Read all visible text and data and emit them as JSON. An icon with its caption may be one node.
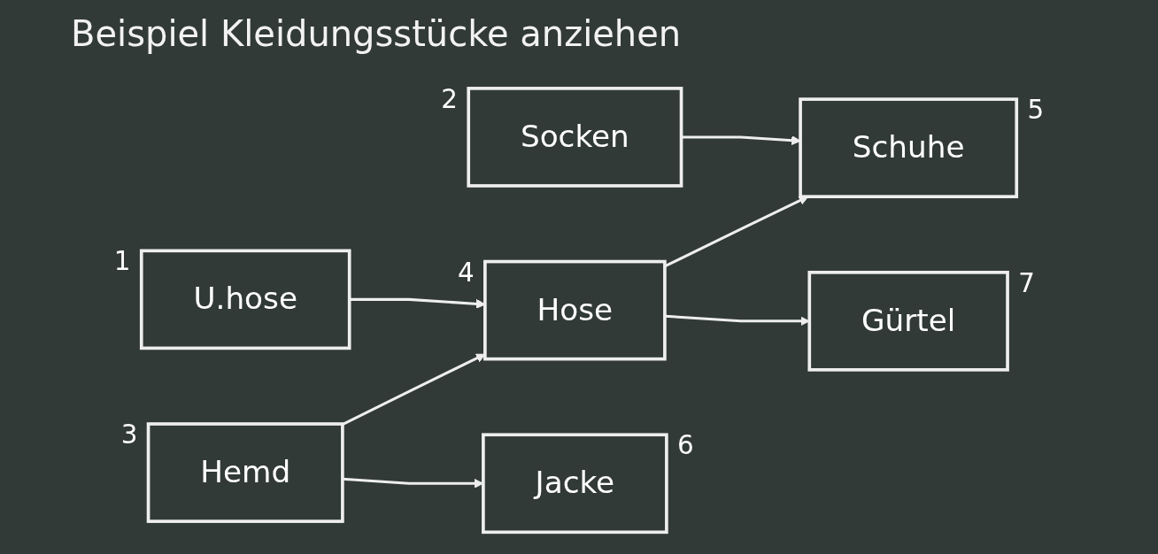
{
  "diagram": {
    "title": "Beispiel Kleidungsstücke anziehen",
    "nodes": [
      {
        "text": [
          "Socken"
        ],
        "beside": [
          "2"
        ]
      },
      {
        "text": [
          "Schuhe"
        ],
        "beside": [
          "5"
        ]
      },
      {
        "text": [
          "U.hose"
        ],
        "beside": [
          "1"
        ]
      },
      {
        "text": [
          "Hose"
        ],
        "beside": [
          "4"
        ]
      },
      {
        "text": [
          "Gürtel"
        ],
        "beside": [
          "7"
        ]
      },
      {
        "text": [
          "Hemd"
        ],
        "beside": [
          "3"
        ]
      },
      {
        "text": [
          "Jacke"
        ],
        "beside": [
          "6"
        ]
      }
    ],
    "edges": [
      {
        "from": 0,
        "to": 1,
        "arrow": "to"
      },
      {
        "from": 2,
        "to": 3,
        "arrow": "to"
      },
      {
        "from": 3,
        "to": 1,
        "arrow": "to"
      },
      {
        "from": 3,
        "to": 4,
        "arrow": "to"
      },
      {
        "from": 5,
        "to": 3,
        "arrow": "to"
      },
      {
        "from": 5,
        "to": 6,
        "arrow": "to"
      }
    ]
  }
}
